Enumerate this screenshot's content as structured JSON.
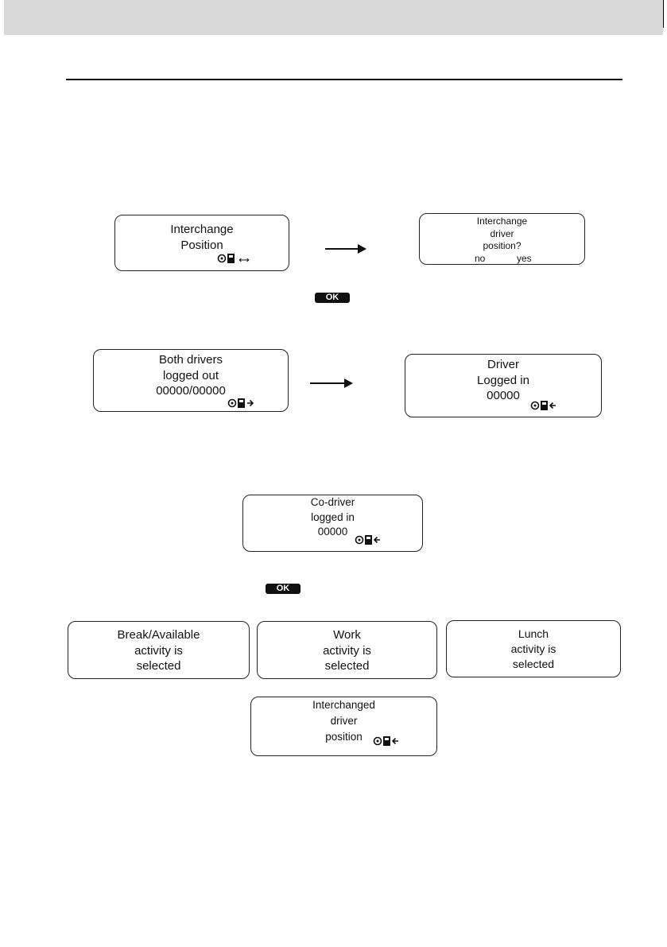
{
  "ok_key_label": "OK",
  "screens": {
    "interchange_position": {
      "lines": [
        "Interchange",
        "Position"
      ],
      "icon": "card-interchange-icon"
    },
    "interchange_confirm": {
      "lines": [
        "Interchange",
        "driver",
        "position?"
      ],
      "choice_no": "no",
      "choice_yes": "yes"
    },
    "both_logged_out": {
      "lines": [
        "Both drivers",
        "logged out",
        "00000/00000"
      ],
      "icon": "card-arrow-right-icon"
    },
    "driver_logged_in": {
      "lines": [
        "Driver",
        "Logged in",
        "00000"
      ],
      "icon": "card-arrow-left-icon"
    },
    "codriver_logged_in": {
      "lines": [
        "Co-driver",
        "logged in",
        "00000"
      ],
      "icon": "card-arrow-left-icon"
    },
    "break_selected": {
      "lines": [
        "Break/Available",
        "activity is",
        "selected"
      ]
    },
    "work_selected": {
      "lines": [
        "Work",
        "activity is",
        "selected"
      ]
    },
    "lunch_selected": {
      "lines": [
        "Lunch",
        "activity is",
        "selected"
      ]
    },
    "interchanged": {
      "lines": [
        "Interchanged",
        "driver",
        "position"
      ],
      "icon": "card-arrow-left-icon"
    }
  }
}
